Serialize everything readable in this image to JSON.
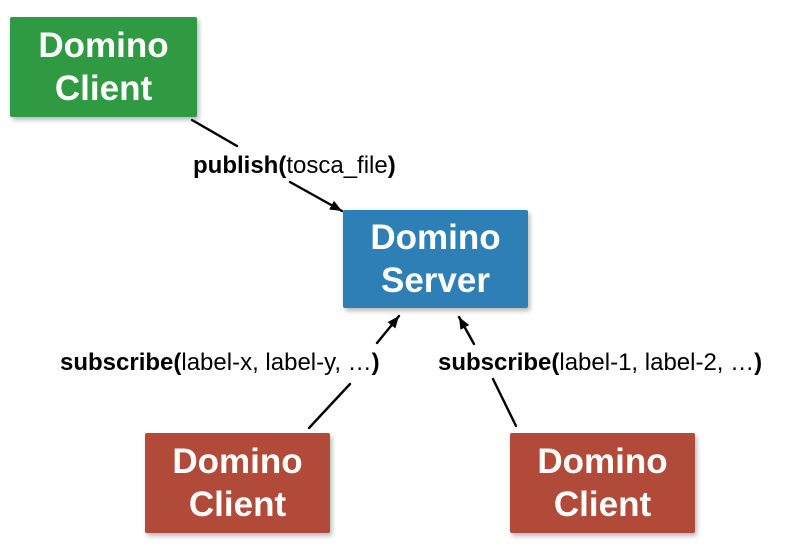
{
  "diagram": {
    "background_color": "#ffffff",
    "arrow_color": "#000000",
    "label_text_color": "#000000",
    "node_text_color": "#ffffff",
    "nodes": {
      "publisher": {
        "line1": "Domino",
        "line2": "Client",
        "color": "#2f9a41"
      },
      "server": {
        "line1": "Domino",
        "line2": "Server",
        "color": "#2d7fb5"
      },
      "subscriber_left": {
        "line1": "Domino",
        "line2": "Client",
        "color": "#b14a38"
      },
      "subscriber_right": {
        "line1": "Domino",
        "line2": "Client",
        "color": "#b14a38"
      }
    },
    "edges": {
      "publish": {
        "bold_open": "publish(",
        "args": "tosca_file",
        "bold_close": ")"
      },
      "subscribe_left": {
        "bold_open": "subscribe(",
        "args": "label-x, label-y, …",
        "bold_close": ")"
      },
      "subscribe_right": {
        "bold_open": "subscribe(",
        "args": "label-1, label-2, …",
        "bold_close": ")"
      }
    }
  }
}
